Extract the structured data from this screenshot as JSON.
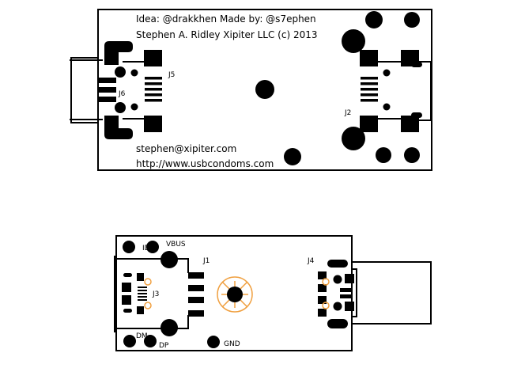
{
  "top_board": {
    "credits_line1": "Idea: @drakkhen Made by: @s7ephen",
    "credits_line2": "Stephen A. Ridley Xipiter LLC (c) 2013",
    "email": "stephen@xipiter.com",
    "url": "http://www.usbcondoms.com",
    "labels": {
      "j5": "J5",
      "j6": "J6",
      "j2": "J2"
    }
  },
  "bottom_board": {
    "labels": {
      "id": "ID",
      "vbus": "VBUS",
      "dm": "DM",
      "dp": "DP",
      "gnd": "GND",
      "j1": "J1",
      "j3": "J3",
      "j4": "J4"
    }
  },
  "colors": {
    "copper": "#000000",
    "drill_mark": "#f0a040"
  }
}
